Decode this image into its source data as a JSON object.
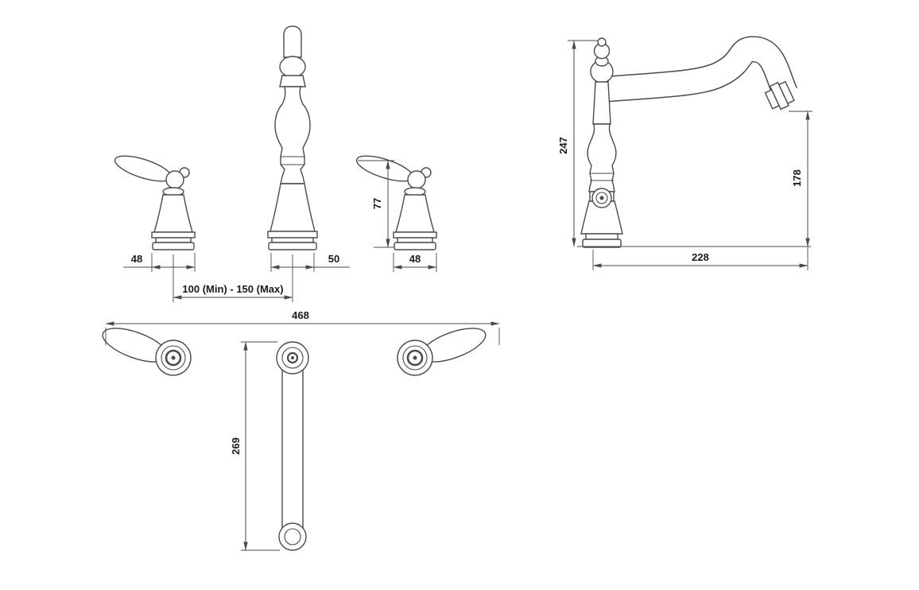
{
  "colors": {
    "line": "#4a4a4a",
    "text": "#1a1a1a",
    "background": "#ffffff"
  },
  "drawing": {
    "front": {
      "left_handle_width": "48",
      "spout_base_width": "50",
      "right_handle_width": "48",
      "handle_spacing": "100 (Min) - 150 (Max)",
      "handle_height": "77"
    },
    "side": {
      "overall_height": "247",
      "outlet_height": "178",
      "spout_reach": "228"
    },
    "plan": {
      "overall_width": "468",
      "spout_projection": "269"
    }
  }
}
